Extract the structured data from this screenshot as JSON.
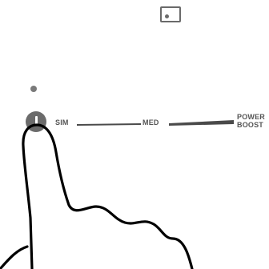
{
  "top_icon": {
    "icon": "card-icon"
  },
  "status_indicator": {
    "icon": "dot-indicator"
  },
  "power_button": {
    "icon": "power-icon"
  },
  "slider": {
    "levels": [
      {
        "label": "SIM"
      },
      {
        "label": "MED"
      },
      {
        "label_lines": [
          "POWER",
          "BOOST"
        ]
      }
    ]
  },
  "overlay": {
    "icon": "pointing-hand-icon"
  },
  "colors": {
    "background": "#ffffff",
    "control_gray": "#6b6b6b",
    "label_gray": "#555555",
    "hand_stroke": "#000000"
  }
}
